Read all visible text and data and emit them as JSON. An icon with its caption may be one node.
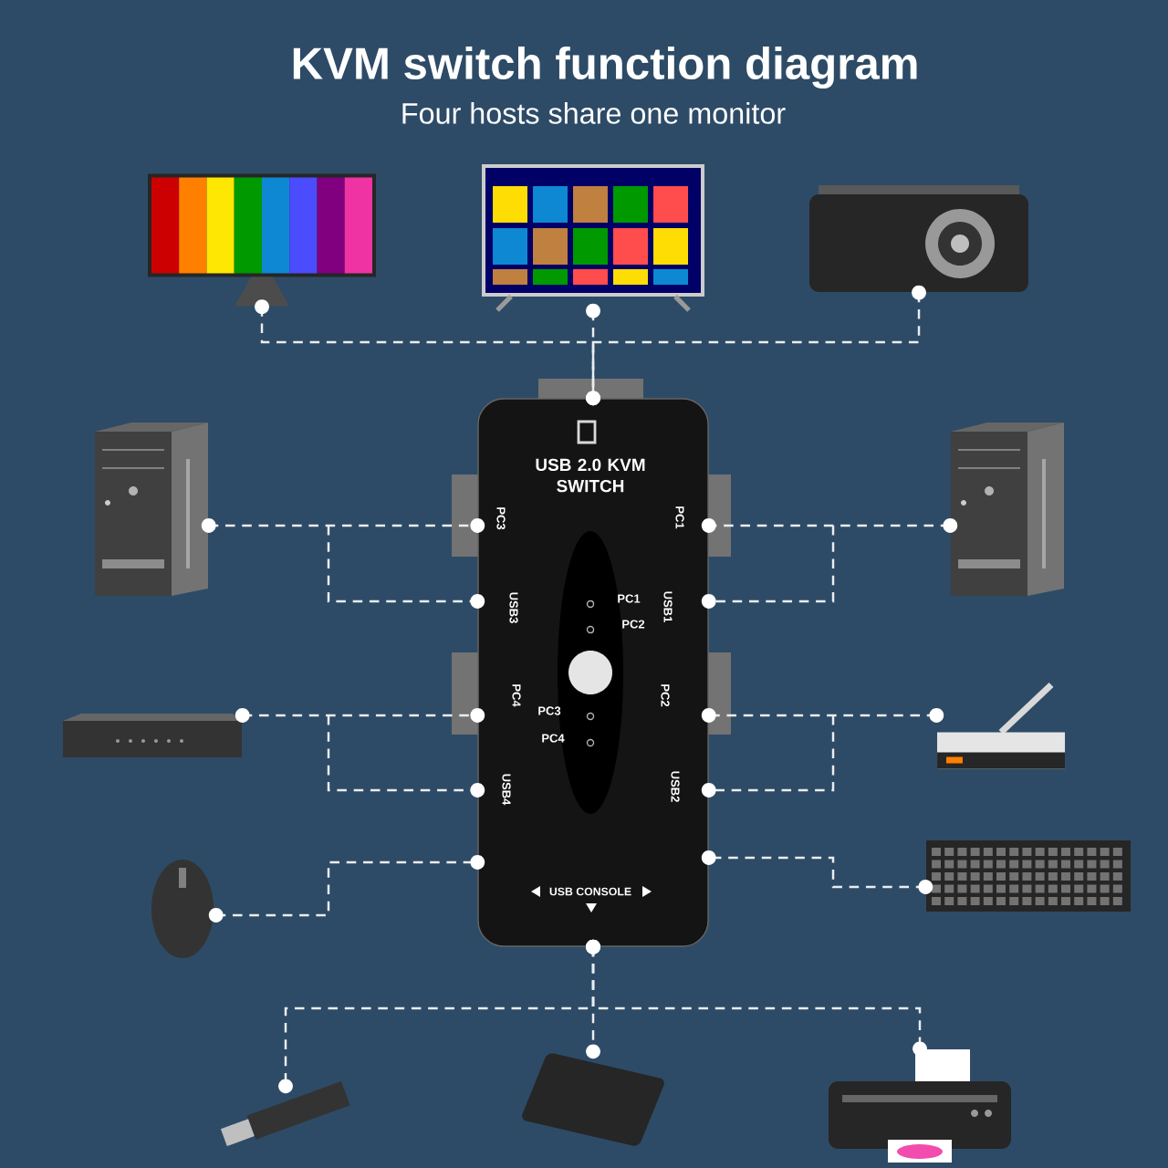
{
  "diagram": {
    "title": "KVM switch function diagram",
    "nodes": [
      {
        "text": [],
        "shape": "picture"
      },
      {
        "text": [],
        "shape": "picture"
      },
      {
        "text": [],
        "shape": "picture"
      },
      {
        "text": [
          "USB 2.0 KVM SWITCH"
        ]
      },
      {
        "text": [],
        "shape": "picture"
      },
      {
        "text": [],
        "shape": "picture"
      },
      {
        "text": [],
        "shape": "picture"
      },
      {
        "text": [],
        "shape": "picture"
      },
      {
        "text": [],
        "shape": "picture"
      },
      {
        "text": [],
        "shape": "picture"
      },
      {
        "text": [],
        "shape": "picture"
      },
      {
        "text": [],
        "shape": "picture"
      },
      {
        "text": [],
        "shape": "picture"
      }
    ],
    "edges": [
      {
        "from": 0,
        "to": 3,
        "arrow": "other",
        "style": "dashed"
      },
      {
        "from": 1,
        "to": 3,
        "arrow": "other",
        "style": "dashed"
      },
      {
        "from": 2,
        "to": 3,
        "arrow": "other",
        "style": "dashed"
      },
      {
        "from": 4,
        "to": 3,
        "arrow": "other",
        "style": "dashed"
      },
      {
        "from": 5,
        "to": 3,
        "arrow": "other",
        "style": "dashed"
      },
      {
        "from": 6,
        "to": 3,
        "arrow": "other",
        "style": "dashed"
      },
      {
        "from": 7,
        "to": 3,
        "arrow": "other",
        "style": "dashed"
      },
      {
        "from": 8,
        "to": 3,
        "arrow": "other",
        "style": "dashed"
      },
      {
        "from": 9,
        "to": 3,
        "arrow": "other",
        "style": "dashed"
      },
      {
        "from": 3,
        "to": 10,
        "arrow": "other",
        "style": "dashed"
      },
      {
        "from": 3,
        "to": 11,
        "arrow": "other",
        "style": "dashed"
      },
      {
        "from": 3,
        "to": 12,
        "arrow": "other",
        "style": "dashed"
      }
    ],
    "labels": [
      "Four hosts share one monitor",
      "PC3",
      "PC1",
      "PC1",
      "USB3",
      "PC2",
      "USB1",
      "PC4",
      "PC2",
      "PC3",
      "PC4",
      "USB4",
      "USB2",
      "USB CONSOLE"
    ]
  }
}
